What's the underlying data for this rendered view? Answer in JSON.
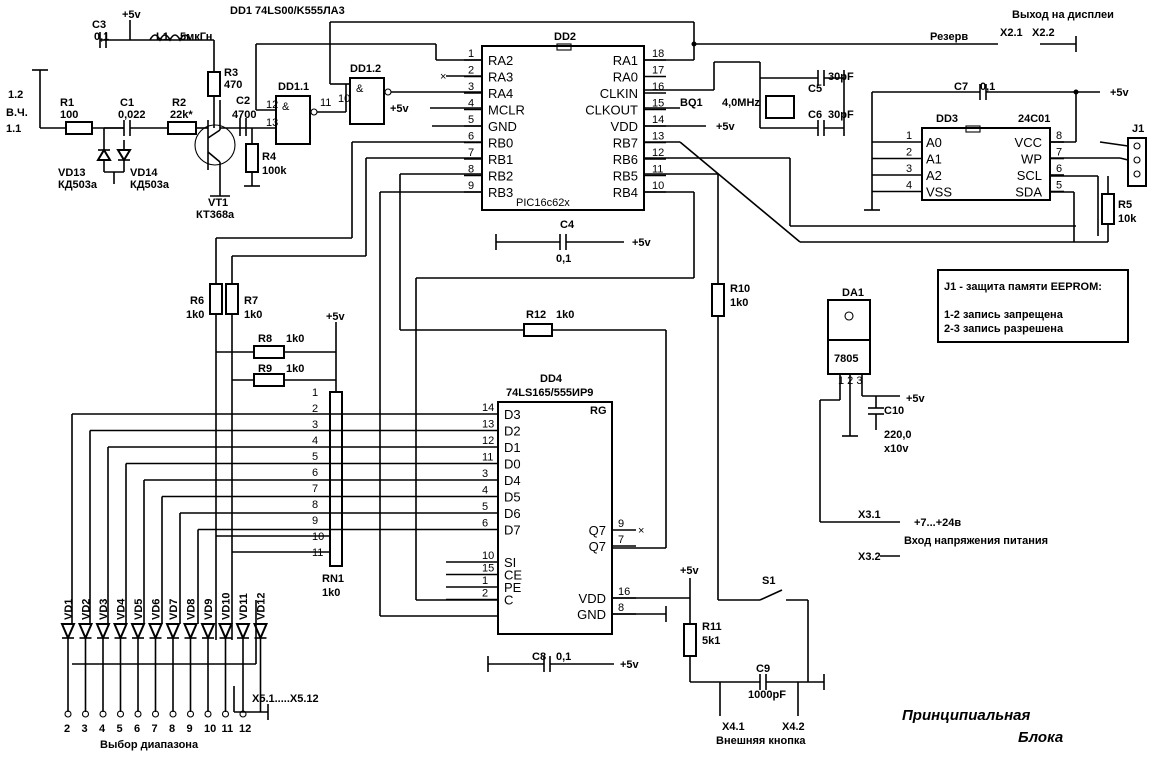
{
  "title": {
    "dd1": "DD1  74LS00/K555ЛА3",
    "bottom1": "Принципиальная",
    "bottom2": "Блока"
  },
  "labels": {
    "out_display": "Выход на дисплеи",
    "x21": "X2.1",
    "x22": "X2.2",
    "reserve": "Резерв",
    "c3": "C3",
    "c3v": "0,1",
    "plus5": "+5v",
    "l1": "L1",
    "l1v": "5мкГн",
    "r3": "R3",
    "r3v": "470",
    "dd11": "DD1.1",
    "dd12": "DD1.2",
    "r1": "R1",
    "r1v": "100",
    "c1": "C1",
    "c1v": "0,022",
    "r2": "R2",
    "r2v": "22k*",
    "c2": "C2",
    "c2v": "4700",
    "r4": "R4",
    "r4v": "100k",
    "in12": "1.2",
    "invch": "В.Ч.",
    "in11": "1.1",
    "vd13": "VD13",
    "vd13t": "КД503а",
    "vd14": "VD14",
    "vd14t": "КД503а",
    "vt1": "VT1",
    "vt1t": "КТ368а",
    "dd2": "DD2",
    "pic": "PIC16c62x",
    "bq1": "BQ1",
    "bq1v": "4,0MHz",
    "c5": "C5",
    "c5v": "30pF",
    "c6": "C6",
    "c6v": "30pF",
    "c7": "C7",
    "c7v": "0,1",
    "plus5b": "+5v",
    "dd3": "DD3",
    "dd3t": "24C01",
    "j1": "J1",
    "r5": "R5",
    "r5v": "10k",
    "c4": "C4",
    "c4v": "0,1",
    "r6": "R6",
    "r6v": "1k0",
    "r7": "R7",
    "r7v": "1k0",
    "r8": "R8",
    "r8v": "1k0",
    "r9": "R9",
    "r9v": "1k0",
    "r10": "R10",
    "r10v": "1k0",
    "r12": "R12",
    "r12v": "1k0",
    "dd4": "DD4",
    "dd4t": "74LS165/555ИР9",
    "rg": "RG",
    "rn1": "RN1",
    "rn1v": "1k0",
    "r11": "R11",
    "r11v": "5k1",
    "s1": "S1",
    "c8": "C8",
    "c8v": "0,1",
    "c9": "C9",
    "c9v": "1000pF",
    "x41": "X4.1",
    "x42": "X4.2",
    "ext_btn": "Внешняя кнопка",
    "x5": "X5.1.....X5.12",
    "range": "Выбор диапазона",
    "da1": "DA1",
    "reg": "7805",
    "c10": "C10",
    "c10v": "220,0",
    "c10v2": "x10v",
    "x31": "X3.1",
    "vin": "+7...+24в",
    "vin_t": "Вход напряжения питания",
    "x32": "X3.2",
    "jnote1": "J1 - защита памяти EEPROM:",
    "jnote2": "1-2 запись запрещена",
    "jnote3": "2-3 запись разрешена"
  },
  "pic_left": [
    [
      "1",
      "RA2"
    ],
    [
      "2",
      "RA3"
    ],
    [
      "3",
      "RA4"
    ],
    [
      "4",
      "MCLR"
    ],
    [
      "5",
      "GND"
    ],
    [
      "6",
      "RB0"
    ],
    [
      "7",
      "RB1"
    ],
    [
      "8",
      "RB2"
    ],
    [
      "9",
      "RB3"
    ]
  ],
  "pic_right": [
    [
      "18",
      "RA1"
    ],
    [
      "17",
      "RA0"
    ],
    [
      "16",
      "CLKIN"
    ],
    [
      "15",
      "CLKOUT"
    ],
    [
      "14",
      "VDD"
    ],
    [
      "13",
      "RB7"
    ],
    [
      "12",
      "RB6"
    ],
    [
      "11",
      "RB5"
    ],
    [
      "10",
      "RB4"
    ]
  ],
  "dd3_left": [
    [
      "1",
      "A0"
    ],
    [
      "2",
      "A1"
    ],
    [
      "3",
      "A2"
    ],
    [
      "4",
      "VSS"
    ]
  ],
  "dd3_right": [
    [
      "8",
      "VCC"
    ],
    [
      "7",
      "WP"
    ],
    [
      "6",
      "SCL"
    ],
    [
      "5",
      "SDA"
    ]
  ],
  "dd4_left": [
    [
      "14",
      "D3"
    ],
    [
      "13",
      "D2"
    ],
    [
      "12",
      "D1"
    ],
    [
      "11",
      "D0"
    ],
    [
      "3",
      "D4"
    ],
    [
      "4",
      "D5"
    ],
    [
      "5",
      "D6"
    ],
    [
      "6",
      "D7"
    ],
    [
      "10",
      "SI"
    ],
    [
      "15",
      "CE"
    ],
    [
      "1",
      "PE"
    ],
    [
      "2",
      "C"
    ]
  ],
  "dd4_right": [
    [
      "9",
      "Q7"
    ],
    [
      "7",
      "Q7"
    ],
    [
      "16",
      "VDD"
    ],
    [
      "8",
      "GND"
    ]
  ],
  "rn_pins": [
    "1",
    "2",
    "3",
    "4",
    "5",
    "6",
    "7",
    "8",
    "9",
    "10",
    "11"
  ],
  "diodes": [
    "VD1",
    "VD2",
    "VD3",
    "VD4",
    "VD5",
    "VD6",
    "VD7",
    "VD8",
    "VD9",
    "VD10",
    "VD11",
    "VD12"
  ],
  "x5_pins": [
    "2",
    "3",
    "4",
    "5",
    "6",
    "7",
    "8",
    "9",
    "10",
    "11",
    "12"
  ]
}
